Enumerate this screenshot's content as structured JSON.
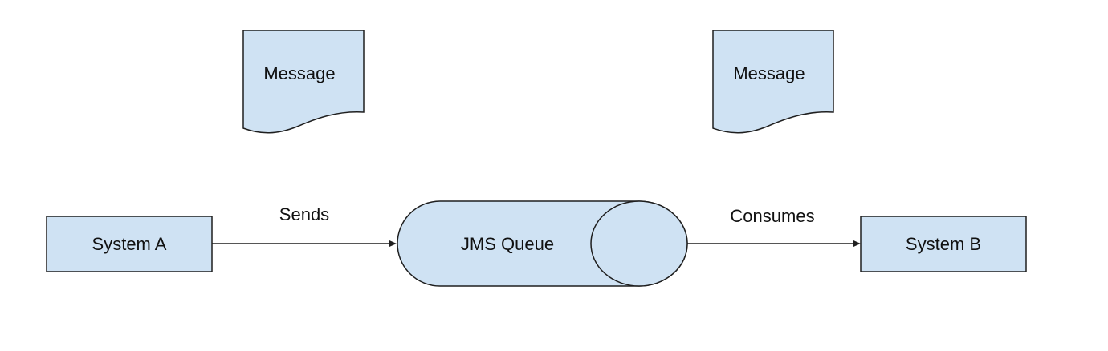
{
  "diagram": {
    "message_left": "Message",
    "message_right": "Message",
    "system_a": "System A",
    "system_b": "System B",
    "queue": "JMS Queue",
    "edge_sends": "Sends",
    "edge_consumes": "Consumes",
    "colors": {
      "fill": "#cfe2f3",
      "stroke": "#1f1f1f"
    }
  }
}
